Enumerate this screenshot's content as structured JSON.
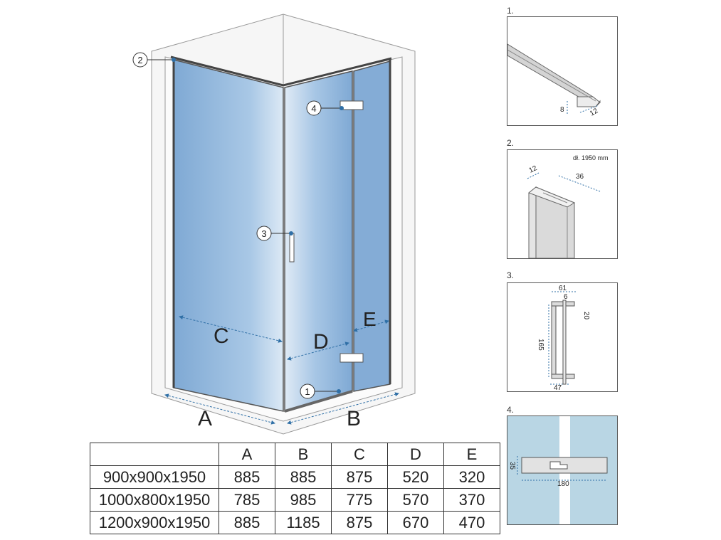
{
  "callouts": [
    "2",
    "4",
    "3",
    "1"
  ],
  "dimension_letters": {
    "A": "A",
    "B": "B",
    "C": "C",
    "D": "D",
    "E": "E"
  },
  "details": [
    {
      "label": "1.",
      "dims": [
        "8",
        "12"
      ]
    },
    {
      "label": "2.",
      "note": "dł. 1950 mm",
      "dims": [
        "12",
        "36"
      ]
    },
    {
      "label": "3.",
      "dims": [
        "61",
        "6",
        "20",
        "165",
        "47"
      ]
    },
    {
      "label": "4.",
      "dims": [
        "35",
        "180"
      ]
    }
  ],
  "table": {
    "headers": [
      "",
      "A",
      "B",
      "C",
      "D",
      "E"
    ],
    "rows": [
      [
        "900x900x1950",
        "885",
        "885",
        "875",
        "520",
        "320"
      ],
      [
        "1000x800x1950",
        "785",
        "985",
        "775",
        "570",
        "370"
      ],
      [
        "1200x900x1950",
        "885",
        "1185",
        "875",
        "670",
        "470"
      ]
    ]
  },
  "colors": {
    "glass": "#8ab4da",
    "glass_light": "#dbe9f5",
    "accent": "#2f6fa6",
    "outline": "#555555"
  }
}
